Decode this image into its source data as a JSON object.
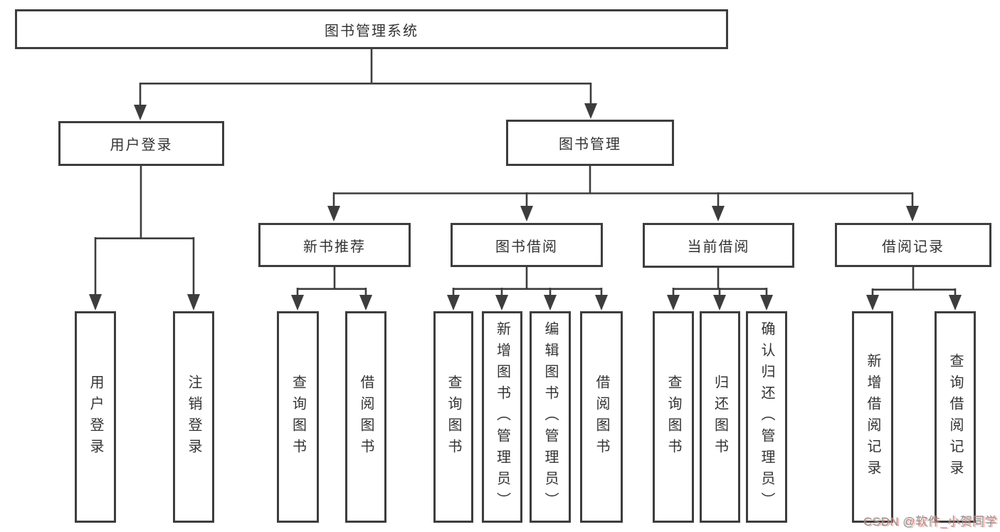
{
  "diagram": {
    "root": {
      "label": "图书管理系统"
    },
    "level2": [
      {
        "label": "用户登录"
      },
      {
        "label": "图书管理"
      }
    ],
    "level3": [
      {
        "label": "新书推荐"
      },
      {
        "label": "图书借阅"
      },
      {
        "label": "当前借阅"
      },
      {
        "label": "借阅记录"
      }
    ],
    "leaves": [
      {
        "label": "用户登录",
        "parent": "用户登录"
      },
      {
        "label": "注销登录",
        "parent": "用户登录"
      },
      {
        "label": "查询图书",
        "parent": "新书推荐"
      },
      {
        "label": "借阅图书",
        "parent": "新书推荐"
      },
      {
        "label": "查询图书",
        "parent": "图书借阅"
      },
      {
        "label": "新增图书（管理员）",
        "parent": "图书借阅"
      },
      {
        "label": "编辑图书（管理员）",
        "parent": "图书借阅"
      },
      {
        "label": "借阅图书",
        "parent": "图书借阅"
      },
      {
        "label": "查询图书",
        "parent": "当前借阅"
      },
      {
        "label": "归还图书",
        "parent": "当前借阅"
      },
      {
        "label": "确认归还（管理员）",
        "parent": "当前借阅"
      },
      {
        "label": "新增借阅记录",
        "parent": "借阅记录"
      },
      {
        "label": "查询借阅记录",
        "parent": "借阅记录"
      }
    ]
  },
  "watermark": {
    "text": "CSDN @软件_小贺同学"
  },
  "colors": {
    "line": "#3d3d3d",
    "text": "#333333",
    "background": "#ffffff",
    "watermark_gray": "#949494",
    "watermark_red": "#f46e64"
  }
}
